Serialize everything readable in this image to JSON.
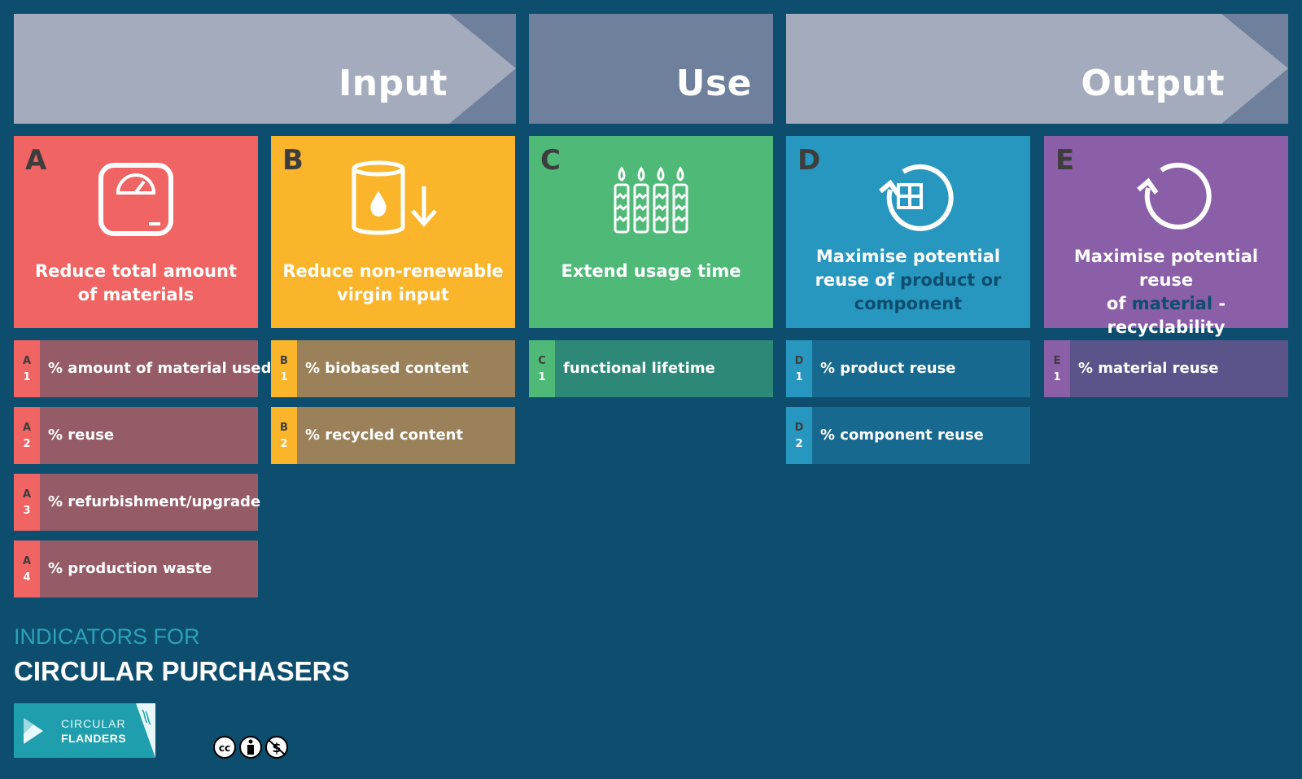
{
  "phases": [
    {
      "label": "Input"
    },
    {
      "label": "Use"
    },
    {
      "label": "Output"
    }
  ],
  "cards": [
    {
      "letter": "A",
      "title_lines": [
        "Reduce total amount",
        "of materials"
      ],
      "color": "#f06463",
      "icon": "scale-icon"
    },
    {
      "letter": "B",
      "title_lines": [
        "Reduce non-renewable",
        "virgin input"
      ],
      "color": "#fbb52a",
      "icon": "oil-barrel-icon"
    },
    {
      "letter": "C",
      "title_lines": [
        "Extend usage time"
      ],
      "color": "#4fba78",
      "icon": "candles-icon"
    },
    {
      "letter": "D",
      "title_parts": [
        "Maximise potential",
        "reuse of ",
        "product or",
        "component"
      ],
      "color": "#2897c0",
      "icon": "reuse-component-icon"
    },
    {
      "letter": "E",
      "title_parts": [
        "Maximise potential reuse",
        "of ",
        "material",
        " - recyclability"
      ],
      "color": "#8b5ea8",
      "icon": "cycle-icon"
    }
  ],
  "indicators": {
    "A": [
      {
        "letter": "A",
        "num": "1",
        "label": "% amount of material used"
      },
      {
        "letter": "A",
        "num": "2",
        "label": "% reuse"
      },
      {
        "letter": "A",
        "num": "3",
        "label": "% refurbishment/upgrade"
      },
      {
        "letter": "A",
        "num": "4",
        "label": "% production waste"
      }
    ],
    "B": [
      {
        "letter": "B",
        "num": "1",
        "label": "% biobased content"
      },
      {
        "letter": "B",
        "num": "2",
        "label": "% recycled content"
      }
    ],
    "C": [
      {
        "letter": "C",
        "num": "1",
        "label": "functional lifetime"
      }
    ],
    "D": [
      {
        "letter": "D",
        "num": "1",
        "label": "% product reuse"
      },
      {
        "letter": "D",
        "num": "2",
        "label": "% component reuse"
      }
    ],
    "E": [
      {
        "letter": "E",
        "num": "1",
        "label": "% material reuse"
      }
    ]
  },
  "footer": {
    "subtitle": "INDICATORS FOR",
    "title": "CIRCULAR PURCHASERS",
    "logo_line1": "CIRCULAR",
    "logo_line2": "FLANDERS"
  },
  "colors": {
    "background": "#0d4d6e",
    "ind_A": "#955b66",
    "ind_B": "#9b8159",
    "ind_C": "#2d8878",
    "ind_D": "#17698f",
    "ind_E": "#5a548a"
  }
}
